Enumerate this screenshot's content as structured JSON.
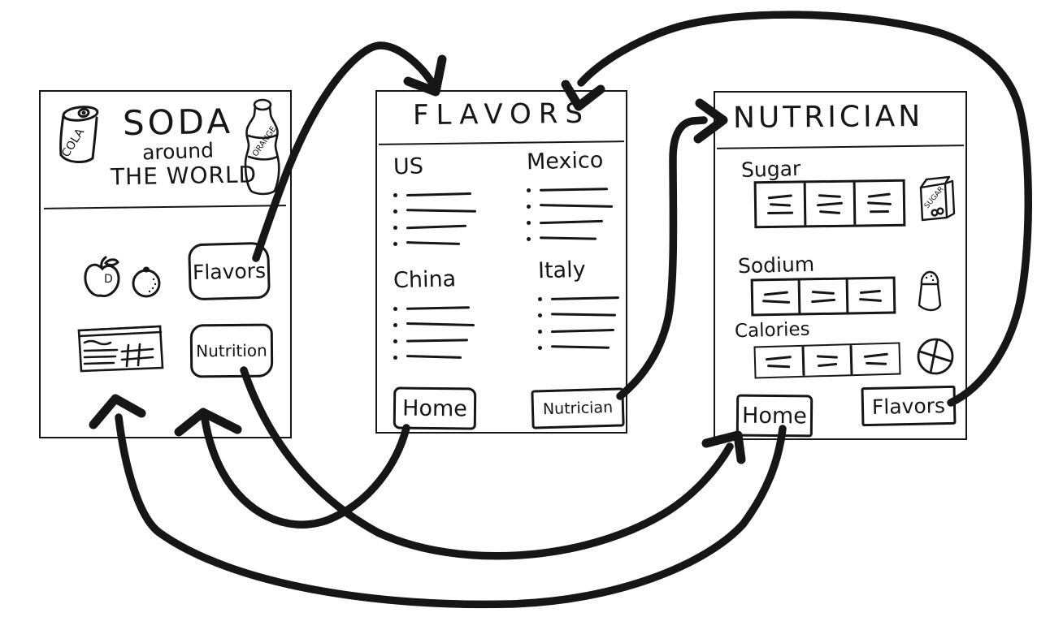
{
  "colors": {
    "ink": "#161616",
    "background": "#ffffff"
  },
  "pages": {
    "home": {
      "title_lines": [
        "SODA",
        "around",
        "THE WORLD"
      ],
      "can_label": "COLA",
      "bottle_label": "ORANGE",
      "apple_mark": "D",
      "buttons": {
        "flavors": "Flavors",
        "nutrition": "Nutrition"
      }
    },
    "flavors": {
      "title": "FLAVORS",
      "sections": [
        {
          "name": "US",
          "bullet_count": 4
        },
        {
          "name": "Mexico",
          "bullet_count": 4
        },
        {
          "name": "China",
          "bullet_count": 4
        },
        {
          "name": "Italy",
          "bullet_count": 4
        }
      ],
      "buttons": {
        "home": "Home",
        "nutrician": "Nutrician"
      }
    },
    "nutrician": {
      "title": "NUTRICIAN",
      "rows": [
        {
          "label": "Sugar",
          "icon": "sugar-box-icon",
          "cells": 3
        },
        {
          "label": "Sodium",
          "icon": "salt-shaker-icon",
          "cells": 3
        },
        {
          "label": "Calories",
          "icon": "pie-chart-icon",
          "cells": 3
        }
      ],
      "box_label": "SUGAR",
      "buttons": {
        "home": "Home",
        "flavors": "Flavors"
      }
    }
  },
  "arrows": [
    {
      "from": "home.flavors-button",
      "to": "flavors-page"
    },
    {
      "from": "home.nutrition-button",
      "to": "nutrician-page"
    },
    {
      "from": "flavors.home-button",
      "to": "home-page"
    },
    {
      "from": "flavors.nutrician-button",
      "to": "nutrician-page"
    },
    {
      "from": "nutrician.home-button",
      "to": "home-page"
    },
    {
      "from": "nutrician.flavors-button",
      "to": "flavors-page"
    }
  ]
}
